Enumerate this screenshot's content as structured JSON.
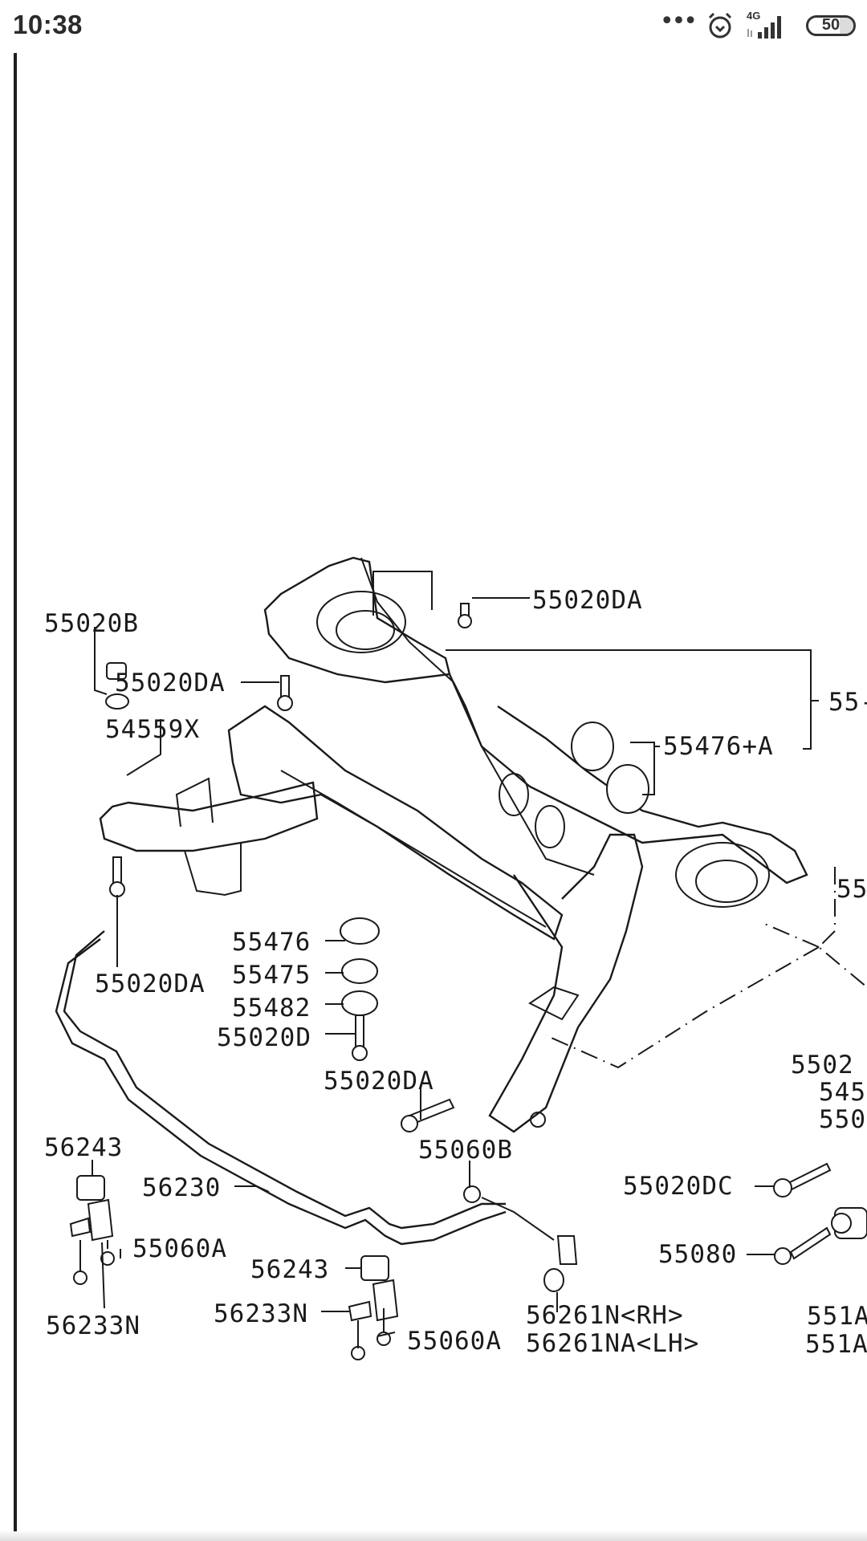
{
  "status_bar": {
    "time": "10:38",
    "notification_dots": "•••",
    "alarm_icon": "alarm-clock-icon",
    "network_type": "4G",
    "signal_icon": "signal-bars-icon",
    "battery_level": "50"
  },
  "diagram": {
    "title": "Front suspension member / stabilizer parts diagram",
    "callouts": {
      "top_bolt": "55020DA",
      "bracket_nut": "55020B",
      "left_bolt_top": "55020DA",
      "washer": "54559X",
      "member_partial": "55-",
      "bushing_pair": "55476+A",
      "bushing_upper": "55476",
      "bushing_lower": "55475",
      "plate": "55482",
      "lower_bolt_d": "55020D",
      "left_bolt_bottom": "55020DA",
      "mid_bolt": "55020DA",
      "right_partial_top": "55",
      "right_partial_1": "5502",
      "right_partial_2": "545",
      "right_partial_3": "550",
      "bolt_dc": "55020DC",
      "bolt_80": "55080",
      "stab_bushing_left": "56243",
      "stabilizer_bar": "56230",
      "clamp_bolt_left": "55060A",
      "clamp_left": "56233N",
      "stab_bushing_right": "56243",
      "clamp_right": "56233N",
      "clamp_bolt_right": "55060A",
      "link_nut": "55060B",
      "link_rh": "56261N<RH>",
      "link_lh": "56261NA<LH>",
      "right_partial_4": "551A",
      "right_partial_5": "551A"
    }
  }
}
